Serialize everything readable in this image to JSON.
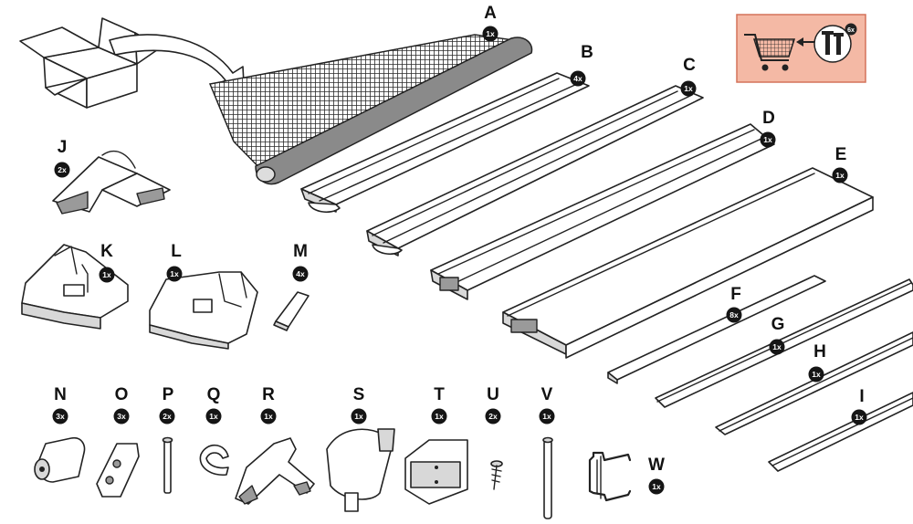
{
  "parts": [
    {
      "letter": "A",
      "qty": "1x"
    },
    {
      "letter": "B",
      "qty": "4x"
    },
    {
      "letter": "C",
      "qty": "1x"
    },
    {
      "letter": "D",
      "qty": "1x"
    },
    {
      "letter": "E",
      "qty": "1x"
    },
    {
      "letter": "F",
      "qty": "8x"
    },
    {
      "letter": "G",
      "qty": "1x"
    },
    {
      "letter": "H",
      "qty": "1x"
    },
    {
      "letter": "I",
      "qty": "1x"
    },
    {
      "letter": "J",
      "qty": "2x"
    },
    {
      "letter": "K",
      "qty": "1x"
    },
    {
      "letter": "L",
      "qty": "1x"
    },
    {
      "letter": "M",
      "qty": "4x"
    },
    {
      "letter": "N",
      "qty": "3x"
    },
    {
      "letter": "O",
      "qty": "3x"
    },
    {
      "letter": "P",
      "qty": "2x"
    },
    {
      "letter": "Q",
      "qty": "1x"
    },
    {
      "letter": "R",
      "qty": "1x"
    },
    {
      "letter": "S",
      "qty": "1x"
    },
    {
      "letter": "T",
      "qty": "1x"
    },
    {
      "letter": "U",
      "qty": "2x"
    },
    {
      "letter": "V",
      "qty": "1x"
    },
    {
      "letter": "W",
      "qty": "1x"
    }
  ],
  "shopping_panel": {
    "qty": "6x",
    "colors": {
      "background": "#f4b9a5",
      "border": "#d4725a"
    }
  },
  "icons": [
    "open-box-icon",
    "arrow-icon",
    "shopping-cart-icon",
    "screws-icon"
  ]
}
